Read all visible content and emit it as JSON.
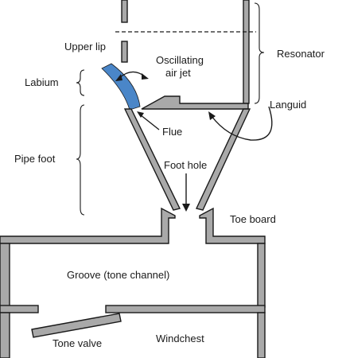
{
  "labels": {
    "resonator": "Resonator",
    "upper_lip": "Upper lip",
    "oscillating_line1": "Oscillating",
    "oscillating_line2": "air jet",
    "labium": "Labium",
    "languid": "Languid",
    "flue": "Flue",
    "pipe_foot": "Pipe foot",
    "foot_hole": "Foot hole",
    "toe_board": "Toe board",
    "groove": "Groove (tone channel)",
    "tone_valve": "Tone valve",
    "windchest": "Windchest"
  },
  "colors": {
    "air_jet": "#4a86c8",
    "walls": "#a9a9a9",
    "outline": "#1a1a1a"
  }
}
